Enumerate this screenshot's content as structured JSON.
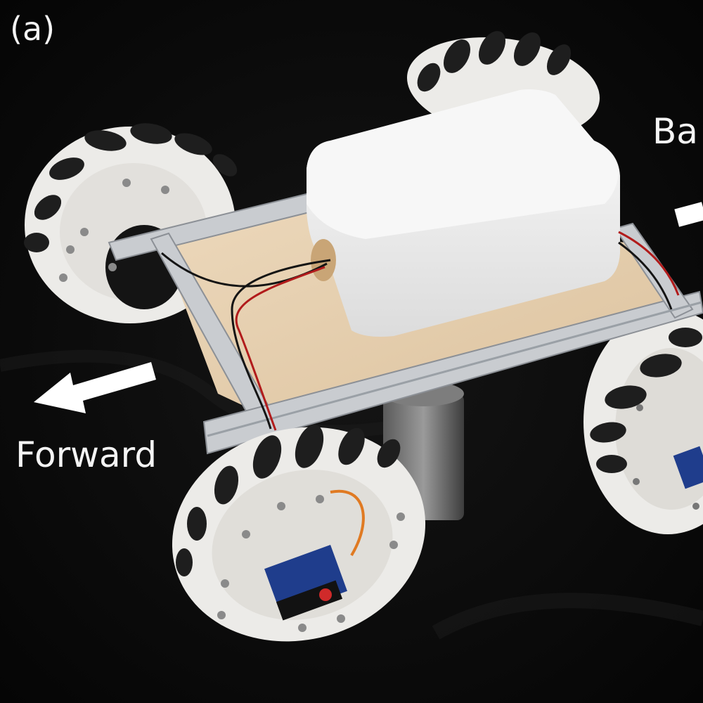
{
  "figure": {
    "panel_label": "(a)",
    "forward_label": "Forward",
    "backward_label": "Ba"
  },
  "colors": {
    "background": "#0b0b0b",
    "wheel": "#ecebe8",
    "roller": "#1e1e1e",
    "frame": "#c9ccd0",
    "plywood": "#e7d2b4",
    "enclosure": "#f3f3f3",
    "servo": "#1f3d8c",
    "arrow": "#ffffff"
  },
  "objects": {
    "wheels": [
      "front-left-wheel",
      "rear-left-wheel",
      "front-right-wheel",
      "rear-right-wheel"
    ],
    "servo_count": 2,
    "arrows": [
      "forward-arrow-icon",
      "backward-arrow-icon"
    ]
  }
}
